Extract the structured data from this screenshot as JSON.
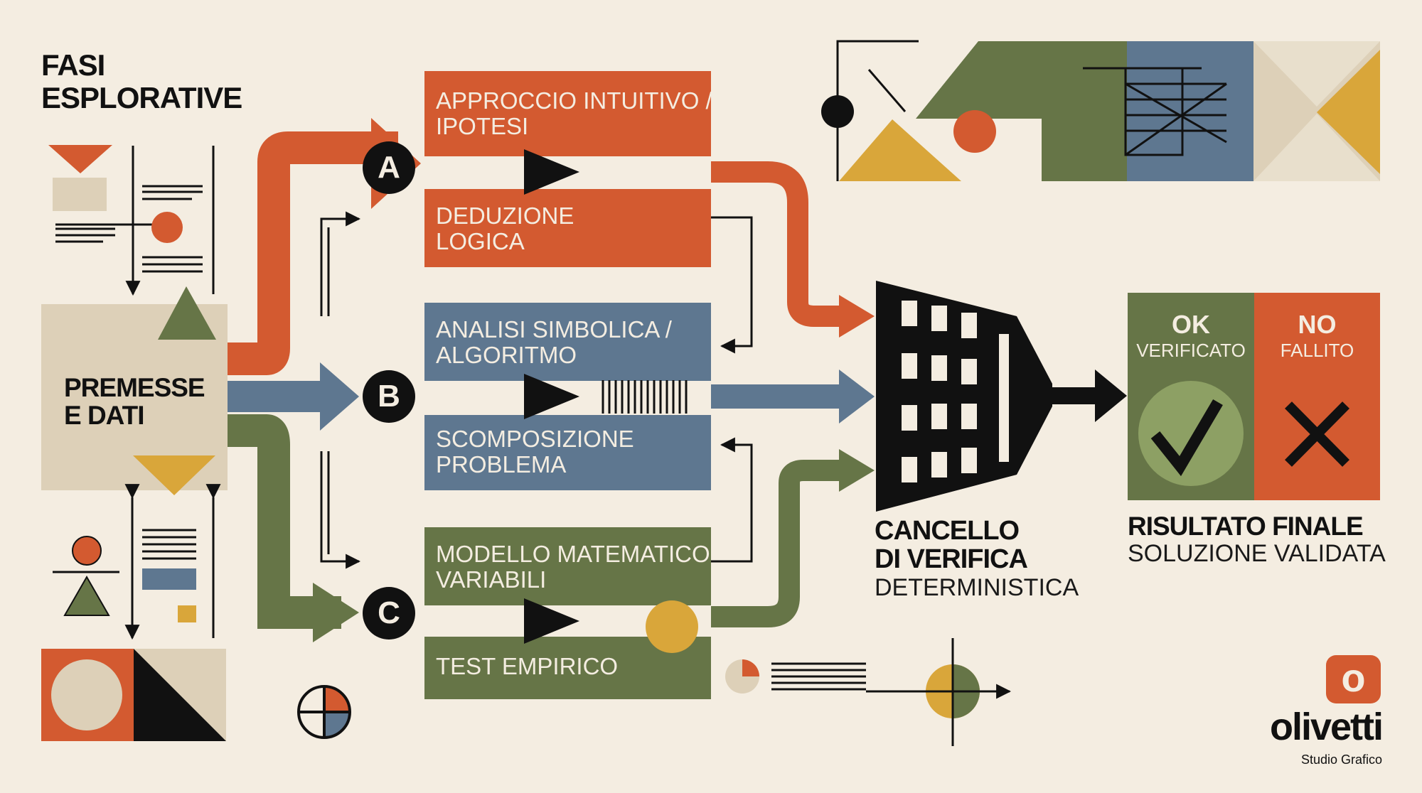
{
  "colors": {
    "background": "#f4ede1",
    "orange": "#d35a30",
    "blue": "#5e7790",
    "green": "#667547",
    "beige": "#ddd0b8",
    "mustard": "#d9a63a",
    "black": "#111111",
    "light_green": "#8da064"
  },
  "header": {
    "title_line1": "FASI",
    "title_line2": "ESPLORATIVE"
  },
  "input": {
    "label": "PREMESSE\nE DATI"
  },
  "paths": {
    "a": {
      "badge": "A",
      "steps": [
        "APPROCCIO INTUITIVO /\nIPOTESI",
        "DEDUZIONE\nLOGICA"
      ]
    },
    "b": {
      "badge": "B",
      "steps": [
        "ANALISI SIMBOLICA /\nALGORITMO",
        "SCOMPOSIZIONE\nPROBLEMA"
      ]
    },
    "c": {
      "badge": "C",
      "steps": [
        "MODELLO MATEMATICO\nVARIABILI",
        "TEST EMPIRICO"
      ]
    }
  },
  "gate": {
    "title_line1": "CANCELLO",
    "title_line2": "DI VERIFICA",
    "subtitle": "DETERMINISTICA"
  },
  "result": {
    "ok_title": "OK",
    "ok_subtitle": "VERIFICATO",
    "no_title": "NO",
    "no_subtitle": "FALLITO",
    "title": "RISULTATO FINALE",
    "subtitle": "SOLUZIONE VALIDATA",
    "ok_icon": "check-icon",
    "no_icon": "cross-icon"
  },
  "brand": {
    "logo_letter": "o",
    "name": "olivetti",
    "tagline": "Studio Grafico"
  }
}
